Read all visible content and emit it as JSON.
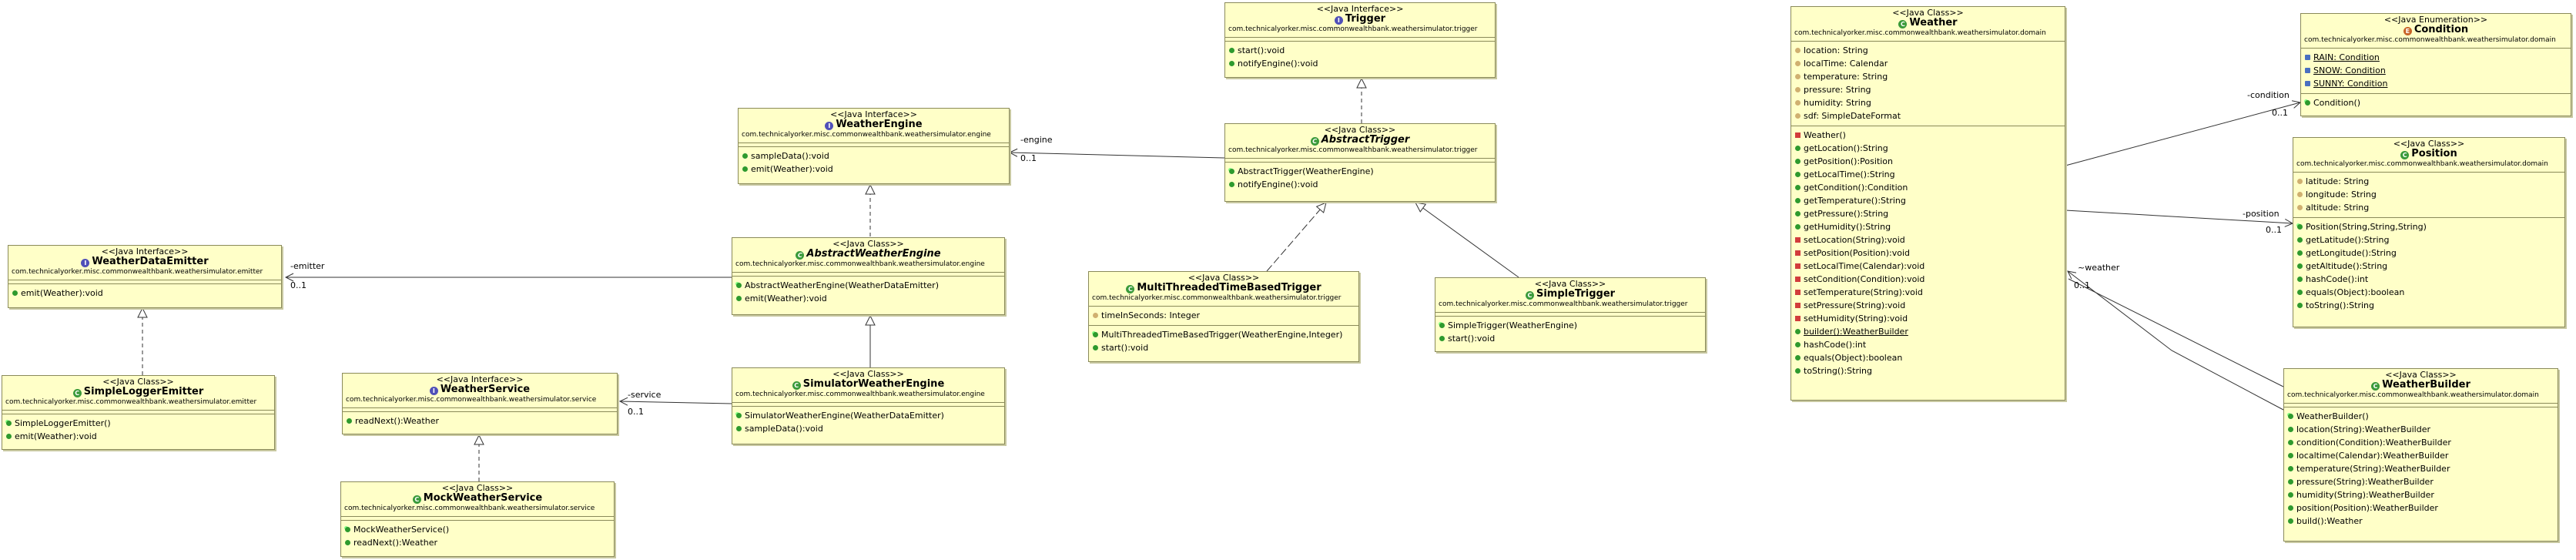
{
  "classes": {
    "trigger": {
      "stereotype": "<<Java Interface>>",
      "name": "Trigger",
      "package": "com.technicalyorker.misc.commonwealthbank.weathersimulator.trigger",
      "methods": [
        "start():void",
        "notifyEngine():void"
      ]
    },
    "abstract_trigger": {
      "stereotype": "<<Java Class>>",
      "name": "AbstractTrigger",
      "package": "com.technicalyorker.misc.commonwealthbank.weathersimulator.trigger",
      "methods": [
        "AbstractTrigger(WeatherEngine)",
        "notifyEngine():void"
      ]
    },
    "weather_engine": {
      "stereotype": "<<Java Interface>>",
      "name": "WeatherEngine",
      "package": "com.technicalyorker.misc.commonwealthbank.weathersimulator.engine",
      "methods": [
        "sampleData():void",
        "emit(Weather):void"
      ]
    },
    "abstract_weather_engine": {
      "stereotype": "<<Java Class>>",
      "name": "AbstractWeatherEngine",
      "package": "com.technicalyorker.misc.commonwealthbank.weathersimulator.engine",
      "methods": [
        "AbstractWeatherEngine(WeatherDataEmitter)",
        "emit(Weather):void"
      ]
    },
    "weather_data_emitter": {
      "stereotype": "<<Java Interface>>",
      "name": "WeatherDataEmitter",
      "package": "com.technicalyorker.misc.commonwealthbank.weathersimulator.emitter",
      "methods": [
        "emit(Weather):void"
      ]
    },
    "simple_logger_emitter": {
      "stereotype": "<<Java Class>>",
      "name": "SimpleLoggerEmitter",
      "package": "com.technicalyorker.misc.commonwealthbank.weathersimulator.emitter",
      "methods": [
        "SimpleLoggerEmitter()",
        "emit(Weather):void"
      ]
    },
    "weather_service": {
      "stereotype": "<<Java Interface>>",
      "name": "WeatherService",
      "package": "com.technicalyorker.misc.commonwealthbank.weathersimulator.service",
      "methods": [
        "readNext():Weather"
      ]
    },
    "mock_weather_service": {
      "stereotype": "<<Java Class>>",
      "name": "MockWeatherService",
      "package": "com.technicalyorker.misc.commonwealthbank.weathersimulator.service",
      "methods": [
        "MockWeatherService()",
        "readNext():Weather"
      ]
    },
    "simulator_weather_engine": {
      "stereotype": "<<Java Class>>",
      "name": "SimulatorWeatherEngine",
      "package": "com.technicalyorker.misc.commonwealthbank.weathersimulator.engine",
      "methods": [
        "SimulatorWeatherEngine(WeatherDataEmitter)",
        "sampleData():void"
      ]
    },
    "multi_threaded_trigger": {
      "stereotype": "<<Java Class>>",
      "name": "MultiThreadedTimeBasedTrigger",
      "package": "com.technicalyorker.misc.commonwealthbank.weathersimulator.trigger",
      "fields": [
        "timeInSeconds: Integer"
      ],
      "methods": [
        "MultiThreadedTimeBasedTrigger(WeatherEngine,Integer)",
        "start():void"
      ]
    },
    "simple_trigger": {
      "stereotype": "<<Java Class>>",
      "name": "SimpleTrigger",
      "package": "com.technicalyorker.misc.commonwealthbank.weathersimulator.trigger",
      "methods": [
        "SimpleTrigger(WeatherEngine)",
        "start():void"
      ]
    },
    "weather": {
      "stereotype": "<<Java Class>>",
      "name": "Weather",
      "package": "com.technicalyorker.misc.commonwealthbank.weathersimulator.domain",
      "fields": [
        "location: String",
        "localTime: Calendar",
        "temperature: String",
        "pressure: String",
        "humidity: String",
        "sdf: SimpleDateFormat"
      ],
      "methods": [
        "Weather()",
        "getLocation():String",
        "getPosition():Position",
        "getLocalTime():String",
        "getCondition():Condition",
        "getTemperature():String",
        "getPressure():String",
        "getHumidity():String",
        "setLocation(String):void",
        "setPosition(Position):void",
        "setLocalTime(Calendar):void",
        "setCondition(Condition):void",
        "setTemperature(String):void",
        "setPressure(String):void",
        "setHumidity(String):void",
        "builder():WeatherBuilder",
        "hashCode():int",
        "equals(Object):boolean",
        "toString():String"
      ]
    },
    "condition": {
      "stereotype": "<<Java Enumeration>>",
      "name": "Condition",
      "package": "com.technicalyorker.misc.commonwealthbank.weathersimulator.domain",
      "constants": [
        "RAIN: Condition",
        "SNOW: Condition",
        "SUNNY: Condition"
      ],
      "methods": [
        "Condition()"
      ]
    },
    "position": {
      "stereotype": "<<Java Class>>",
      "name": "Position",
      "package": "com.technicalyorker.misc.commonwealthbank.weathersimulator.domain",
      "fields": [
        "latitude: String",
        "longitude: String",
        "altitude: String"
      ],
      "methods": [
        "Position(String,String,String)",
        "getLatitude():String",
        "getLongitude():String",
        "getAltitude():String",
        "hashCode():int",
        "equals(Object):boolean",
        "toString():String"
      ]
    },
    "weather_builder": {
      "stereotype": "<<Java Class>>",
      "name": "WeatherBuilder",
      "package": "com.technicalyorker.misc.commonwealthbank.weathersimulator.domain",
      "methods": [
        "WeatherBuilder()",
        "location(String):WeatherBuilder",
        "condition(Condition):WeatherBuilder",
        "localtime(Calendar):WeatherBuilder",
        "temperature(String):WeatherBuilder",
        "pressure(String):WeatherBuilder",
        "humidity(String):WeatherBuilder",
        "position(Position):WeatherBuilder",
        "build():Weather"
      ]
    }
  },
  "labels": {
    "engine_role": "-engine",
    "engine_mult": "0..1",
    "emitter_role": "-emitter",
    "emitter_mult": "0..1",
    "service_role": "-service",
    "service_mult": "0..1",
    "condition_role": "-condition",
    "condition_mult": "0..1",
    "position_role": "-position",
    "position_mult": "0..1",
    "weather_role": "~weather",
    "weather_mult": "0..1"
  }
}
